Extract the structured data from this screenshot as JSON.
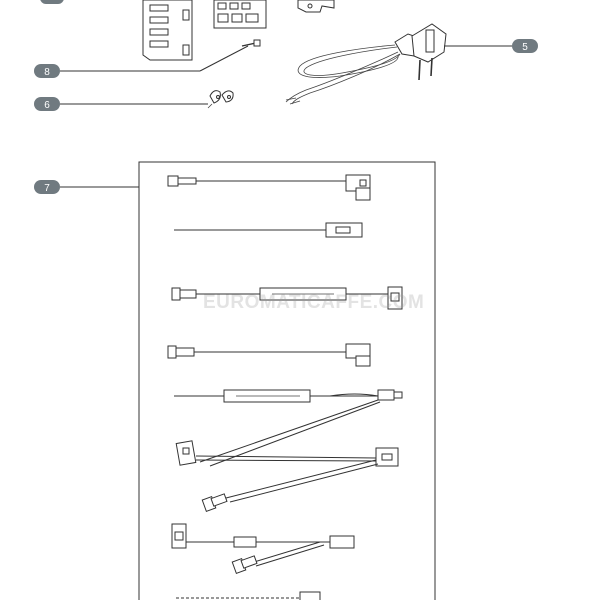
{
  "callouts": [
    {
      "id": "5",
      "label": "5"
    },
    {
      "id": "6",
      "label": "6"
    },
    {
      "id": "7",
      "label": "7"
    },
    {
      "id": "8",
      "label": "8"
    }
  ],
  "watermark": "EUROMATICAFFE.COM",
  "colors": {
    "callout_fill": "#707a80",
    "line": "#333333",
    "background": "#ffffff"
  }
}
